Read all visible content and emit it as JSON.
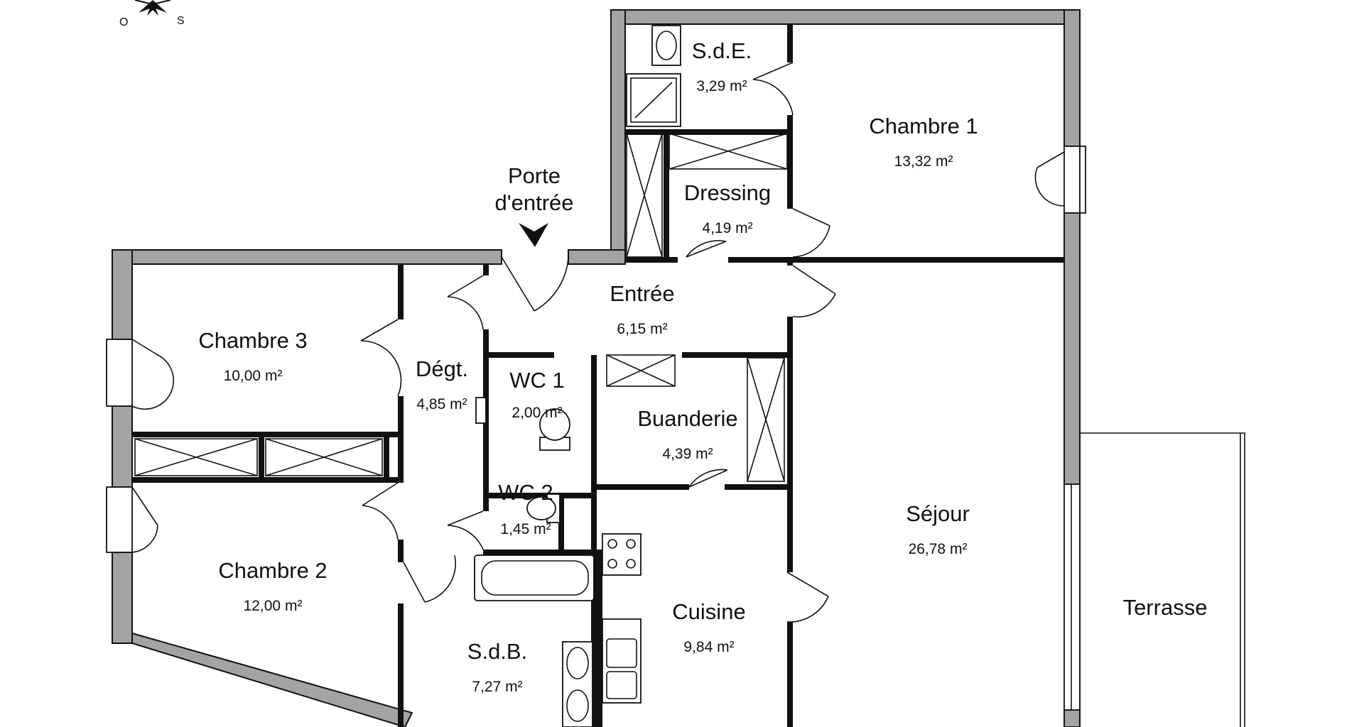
{
  "plan": {
    "entry_door_label": [
      "Porte",
      "d'entrée"
    ],
    "compass": {
      "west_letter": "O",
      "south_letter": "S"
    },
    "rooms": [
      {
        "id": "sde",
        "name": "S.d.E.",
        "area": "3,29 m²"
      },
      {
        "id": "chambre-1",
        "name": "Chambre 1",
        "area": "13,32 m²"
      },
      {
        "id": "dressing",
        "name": "Dressing",
        "area": "4,19 m²"
      },
      {
        "id": "entree",
        "name": "Entrée",
        "area": "6,15 m²"
      },
      {
        "id": "chambre-3",
        "name": "Chambre 3",
        "area": "10,00 m²"
      },
      {
        "id": "degt",
        "name": "Dégt.",
        "area": "4,85 m²"
      },
      {
        "id": "wc-1",
        "name": "WC 1",
        "area": "2,00 m²"
      },
      {
        "id": "buanderie",
        "name": "Buanderie",
        "area": "4,39 m²"
      },
      {
        "id": "wc-2",
        "name": "WC 2",
        "area": "1,45 m²"
      },
      {
        "id": "sejour",
        "name": "Séjour",
        "area": "26,78 m²"
      },
      {
        "id": "chambre-2",
        "name": "Chambre 2",
        "area": "12,00 m²"
      },
      {
        "id": "cuisine",
        "name": "Cuisine",
        "area": "9,84 m²"
      },
      {
        "id": "sdb",
        "name": "S.d.B.",
        "area": "7,27 m²"
      },
      {
        "id": "terrasse",
        "name": "Terrasse",
        "area": ""
      }
    ],
    "colors": {
      "wall_fill": "#a3a3a3",
      "line": "#111111",
      "background": "#ffffff"
    }
  }
}
